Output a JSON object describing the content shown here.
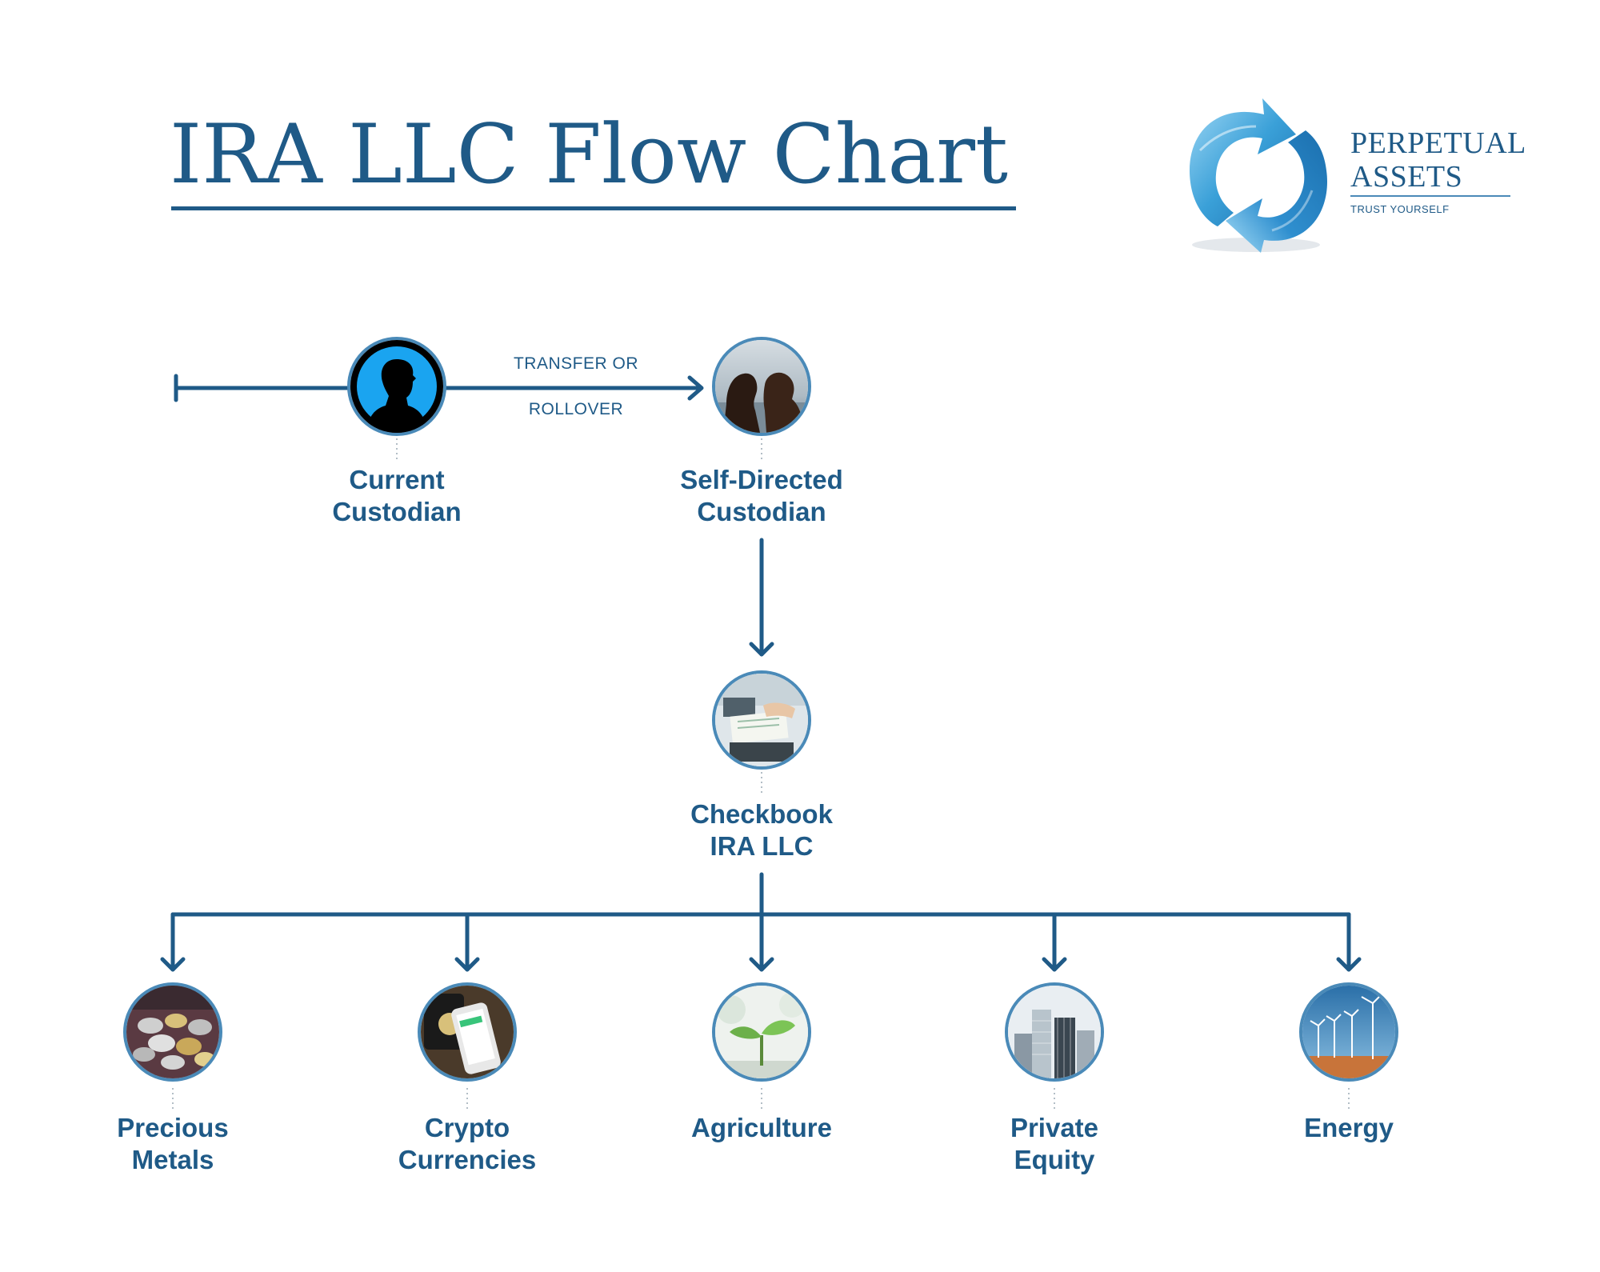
{
  "title": "IRA LLC Flow Chart",
  "logo": {
    "line1": "PERPETUAL",
    "line2": "ASSETS",
    "tagline": "TRUST YOURSELF"
  },
  "nodes": {
    "current_custodian": {
      "line1": "Current",
      "line2": "Custodian",
      "image": "person-silhouette"
    },
    "self_directed_custodian": {
      "line1": "Self-Directed",
      "line2": "Custodian",
      "image": "couple-silhouette"
    },
    "checkbook": {
      "line1": "Checkbook",
      "line2": "IRA LLC",
      "image": "desk-paperwork"
    },
    "precious_metals": {
      "line1": "Precious",
      "line2": "Metals",
      "image": "coins"
    },
    "crypto": {
      "line1": "Crypto",
      "line2": "Currencies",
      "image": "crypto-phone"
    },
    "agriculture": {
      "line1": "Agriculture",
      "line2": "",
      "image": "sprout"
    },
    "private_equity": {
      "line1": "Private",
      "line2": "Equity",
      "image": "skyscrapers"
    },
    "energy": {
      "line1": "Energy",
      "line2": "",
      "image": "wind-turbines"
    }
  },
  "edges": {
    "transfer_top": "TRANSFER OR",
    "transfer_bottom": "ROLLOVER"
  },
  "colors": {
    "primary": "#1f5a87",
    "ring": "#4a8ab8",
    "logo_accent": "#3aa0d8"
  }
}
